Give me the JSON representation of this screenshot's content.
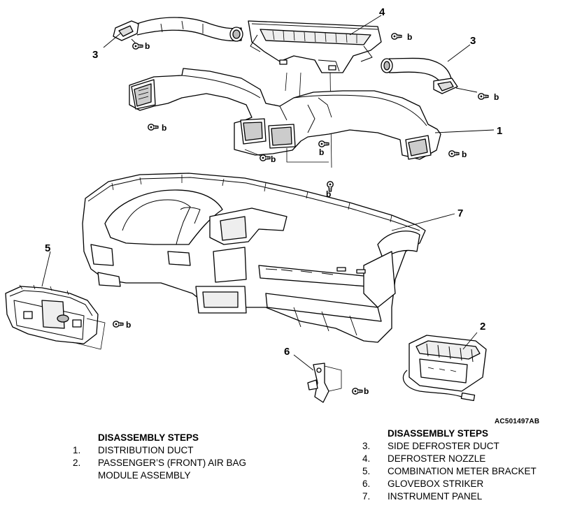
{
  "figure": {
    "code": "AC501497AB",
    "callouts": [
      "1",
      "2",
      "3",
      "3",
      "4",
      "5",
      "6",
      "7"
    ],
    "fastener_letter": "b"
  },
  "disassembly_left": {
    "heading": "DISASSEMBLY STEPS",
    "steps": [
      {
        "num": "1.",
        "text": "DISTRIBUTION DUCT"
      },
      {
        "num": "2.",
        "text": "PASSENGER’S (FRONT) AIR BAG\nMODULE ASSEMBLY"
      }
    ]
  },
  "disassembly_right": {
    "heading": "DISASSEMBLY STEPS",
    "steps": [
      {
        "num": "3.",
        "text": "SIDE DEFROSTER DUCT"
      },
      {
        "num": "4.",
        "text": "DEFROSTER NOZZLE"
      },
      {
        "num": "5.",
        "text": "COMBINATION METER BRACKET"
      },
      {
        "num": "6.",
        "text": "GLOVEBOX STRIKER"
      },
      {
        "num": "7.",
        "text": "INSTRUMENT PANEL"
      }
    ]
  }
}
